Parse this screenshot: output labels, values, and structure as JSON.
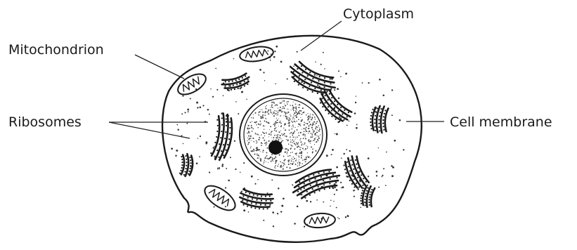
{
  "labels": {
    "cytoplasm": "Cytoplasm",
    "mitochondrion": "Mitochondrion",
    "ribosomes": "Ribosomes",
    "cell_membrane": "Cell membrane"
  },
  "colors": {
    "ink": "#1a1a1a",
    "background": "#ffffff"
  }
}
